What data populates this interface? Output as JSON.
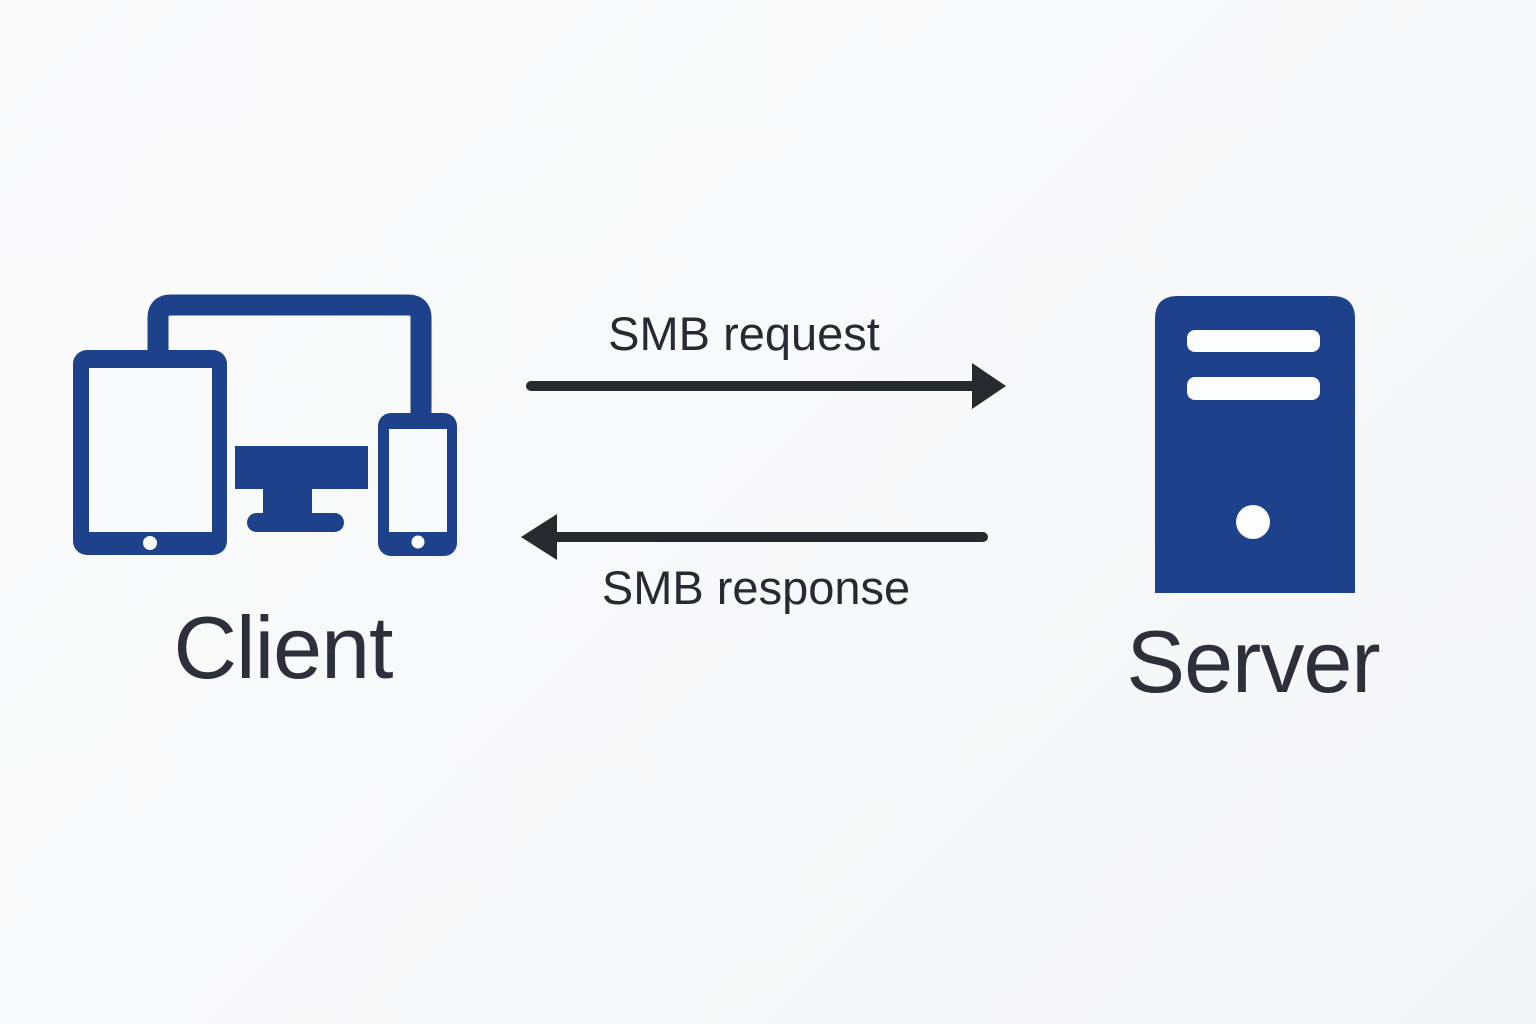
{
  "page": {
    "background_color": "#f8f9fa"
  },
  "diagram": {
    "type": "client-server-flow",
    "accent_color": "#1e418c",
    "ink_color": "#26292d",
    "client": {
      "label": "Client",
      "icon": "client-devices-icon"
    },
    "server": {
      "label": "Server",
      "icon": "server-tower-icon"
    },
    "flows": [
      {
        "label": "SMB request",
        "from": "client",
        "to": "server",
        "direction": "right"
      },
      {
        "label": "SMB response",
        "from": "server",
        "to": "client",
        "direction": "left"
      }
    ]
  }
}
